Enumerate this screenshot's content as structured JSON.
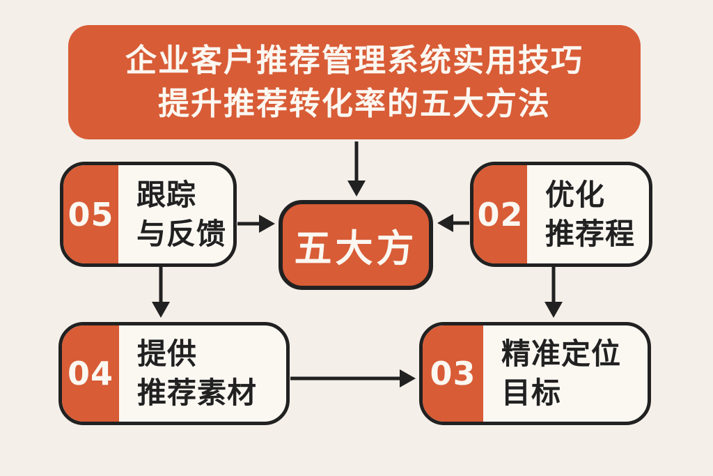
{
  "palette": {
    "background": "#F4EFE9",
    "accent_orange": "#D85C36",
    "card_white": "#FBF8F2",
    "ink_black": "#212121",
    "text_white": "#FBF7F1"
  },
  "title": {
    "line1": "企业客户推荐管理系统实用技巧",
    "line2": "提升推荐转化率的五大方法"
  },
  "center": {
    "label": "五大方"
  },
  "nodes": [
    {
      "number": "05",
      "line1": "跟踪",
      "line2": "与反馈",
      "position": "middle-left"
    },
    {
      "number": "02",
      "line1": "优化",
      "line2": "推荐程",
      "position": "middle-right"
    },
    {
      "number": "04",
      "line1": "提供",
      "line2": "推荐素材",
      "position": "bottom-left"
    },
    {
      "number": "03",
      "line1": "精准定位",
      "line2": "目标",
      "position": "bottom-right"
    }
  ],
  "edges": [
    {
      "from": "title",
      "to": "center",
      "direction": "down"
    },
    {
      "from": "node-05",
      "to": "center",
      "direction": "right"
    },
    {
      "from": "node-02",
      "to": "center",
      "direction": "left"
    },
    {
      "from": "node-05",
      "to": "node-04",
      "direction": "down"
    },
    {
      "from": "node-02",
      "to": "node-03",
      "direction": "down"
    },
    {
      "from": "node-04",
      "to": "node-03",
      "direction": "right"
    }
  ]
}
